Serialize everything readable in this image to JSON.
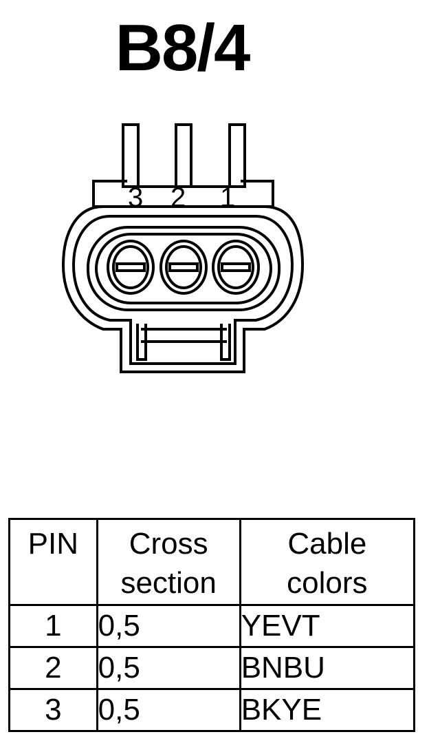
{
  "title": "B8/4",
  "connector": {
    "pin_labels": [
      "3",
      "2",
      "1"
    ]
  },
  "table": {
    "headers": {
      "pin": "PIN",
      "cross_section": [
        "Cross",
        "section"
      ],
      "cable_colors": [
        "Cable",
        "colors"
      ]
    },
    "rows": [
      {
        "pin": "1",
        "cross_section": "0,5",
        "cable_color": "YEVT"
      },
      {
        "pin": "2",
        "cross_section": "0,5",
        "cable_color": "BNBU"
      },
      {
        "pin": "3",
        "cross_section": "0,5",
        "cable_color": "BKYE"
      }
    ]
  }
}
